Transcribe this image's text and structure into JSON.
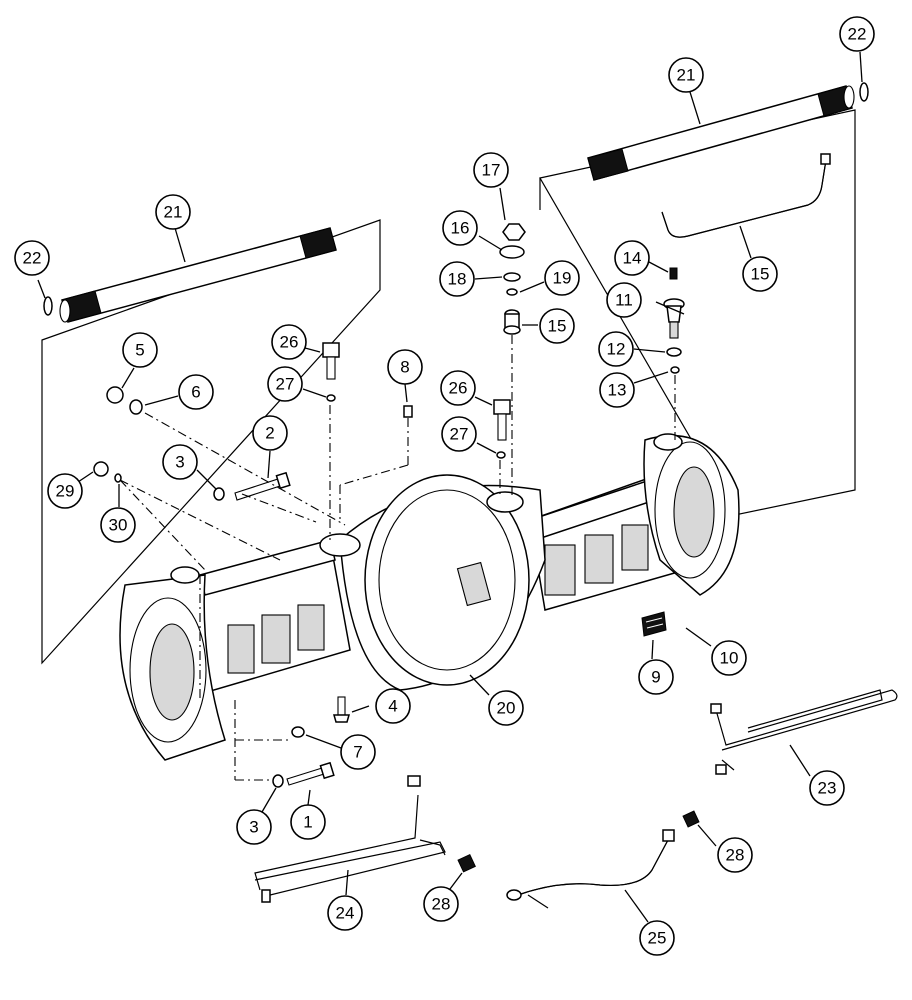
{
  "diagram": {
    "callouts": [
      {
        "label": "1"
      },
      {
        "label": "2"
      },
      {
        "label": "3"
      },
      {
        "label": "3"
      },
      {
        "label": "4"
      },
      {
        "label": "5"
      },
      {
        "label": "6"
      },
      {
        "label": "7"
      },
      {
        "label": "8"
      },
      {
        "label": "9"
      },
      {
        "label": "10"
      },
      {
        "label": "11"
      },
      {
        "label": "12"
      },
      {
        "label": "13"
      },
      {
        "label": "14"
      },
      {
        "label": "15"
      },
      {
        "label": "15"
      },
      {
        "label": "16"
      },
      {
        "label": "17"
      },
      {
        "label": "18"
      },
      {
        "label": "19"
      },
      {
        "label": "20"
      },
      {
        "label": "21"
      },
      {
        "label": "21"
      },
      {
        "label": "22"
      },
      {
        "label": "22"
      },
      {
        "label": "23"
      },
      {
        "label": "24"
      },
      {
        "label": "25"
      },
      {
        "label": "26"
      },
      {
        "label": "26"
      },
      {
        "label": "27"
      },
      {
        "label": "27"
      },
      {
        "label": "28"
      },
      {
        "label": "28"
      },
      {
        "label": "29"
      },
      {
        "label": "30"
      }
    ]
  }
}
